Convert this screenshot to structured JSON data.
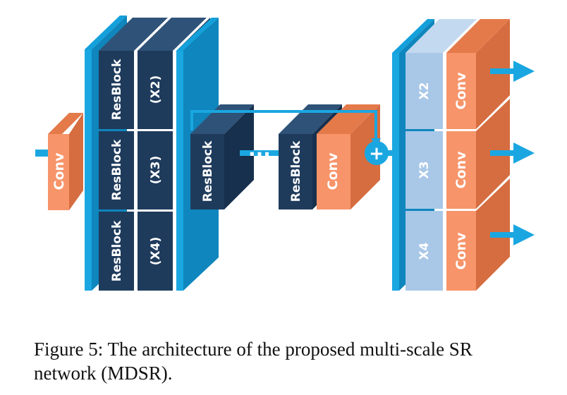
{
  "diagram": {
    "head_conv": "Conv",
    "pre_blocks": [
      {
        "resblock": "ResBlock",
        "scale": "(X2)"
      },
      {
        "resblock": "ResBlock",
        "scale": "(X3)"
      },
      {
        "resblock": "ResBlock",
        "scale": "(X4)"
      }
    ],
    "body_first": "ResBlock",
    "ellipsis": "···",
    "body_last": "ResBlock",
    "body_conv": "Conv",
    "add_symbol": "+",
    "upsamplers": [
      {
        "scale": "X2",
        "conv": "Conv"
      },
      {
        "scale": "X3",
        "conv": "Conv"
      },
      {
        "scale": "X4",
        "conv": "Conv"
      }
    ],
    "colors": {
      "cyan": "#1aa7e1",
      "navy": "#1f3b5c",
      "orange": "#f0875c",
      "light_blue": "#a9c8e8"
    }
  },
  "caption": {
    "line1": "Figure 5: The architecture of the proposed multi-scale SR",
    "line2": "network (MDSR)."
  }
}
